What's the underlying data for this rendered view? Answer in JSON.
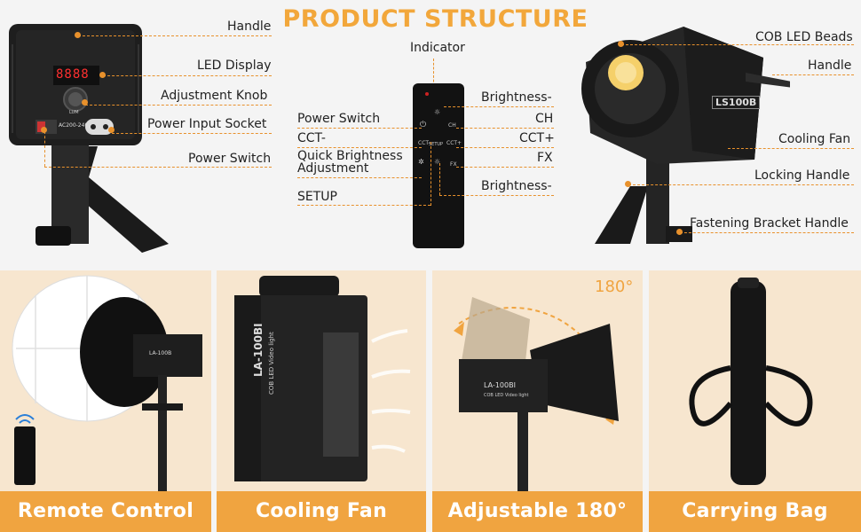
{
  "title": "PRODUCT STRUCTURE",
  "left_labels": {
    "handle": "Handle",
    "led_display": "LED Display",
    "adjustment_knob": "Adjustment Knob",
    "power_input_socket": "Power Input Socket",
    "power_switch": "Power Switch"
  },
  "device": {
    "display_digits": "8888",
    "voltage_label": "AC200-240V",
    "knob_label": "LUM"
  },
  "remote_labels": {
    "indicator": "Indicator",
    "power_switch": "Power Switch",
    "cct_minus": "CCT-",
    "quick_brightness": "Quick Brightness",
    "quick_brightness_2": "Adjustment",
    "setup": "SETUP",
    "brightness_minus_top": "Brightness-",
    "ch": "CH",
    "cct_plus": "CCT+",
    "fx": "FX",
    "brightness_minus_bottom": "Brightness-"
  },
  "remote_buttons": {
    "cct_minus": "CCT-",
    "cct_plus": "CCT+",
    "ch": "CH",
    "fx": "FX",
    "setup": "SETUP"
  },
  "right_labels": {
    "cob_led_beads": "COB LED Beads",
    "handle": "Handle",
    "cooling_fan": "Cooling Fan",
    "locking_handle": "Locking Handle",
    "fastening_bracket_handle": "Fastening Bracket Handle"
  },
  "light_model": "LS100B",
  "panels": {
    "remote_control": {
      "caption": "Remote Control",
      "model": "LA-100B"
    },
    "cooling_fan": {
      "caption": "Cooling Fan",
      "model": "LA-100BI",
      "sub": "COB LED Video light"
    },
    "adjustable": {
      "caption": "Adjustable 180°",
      "angle": "180°",
      "model": "LA-100BI",
      "sub": "COB LED Video light"
    },
    "carrying_bag": {
      "caption": "Carrying Bag"
    }
  },
  "colors": {
    "accent": "#f0a440",
    "dash": "#e8912c",
    "panel_bg": "#f7e6cf"
  }
}
